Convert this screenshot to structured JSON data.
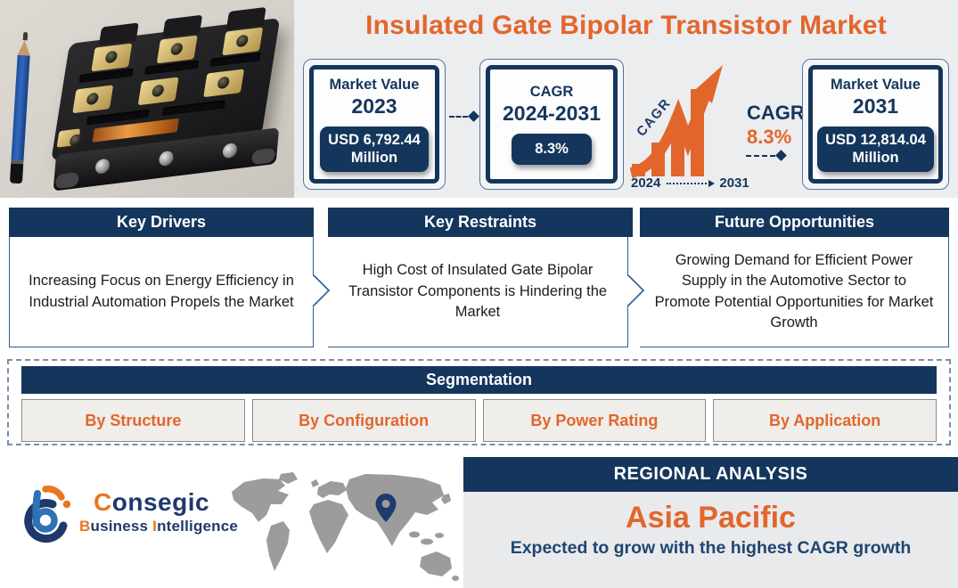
{
  "title": "Insulated Gate Bipolar Transistor Market",
  "stats": {
    "mv2023": {
      "label": "Market Value",
      "year": "2023",
      "value_line1": "USD 6,792.44",
      "value_line2": "Million"
    },
    "cagr_box": {
      "label": "CAGR",
      "period": "2024-2031",
      "value": "8.3%"
    },
    "chart": {
      "arrow_label": "CAGR",
      "side_label": "CAGR",
      "side_value": "8.3%",
      "start_year": "2024",
      "end_year": "2031"
    },
    "mv2031": {
      "label": "Market Value",
      "year": "2031",
      "value_line1": "USD 12,814.04",
      "value_line2": "Million"
    }
  },
  "insights": [
    {
      "heading": "Key Drivers",
      "text": "Increasing Focus on Energy Efficiency in Industrial Automation Propels the Market"
    },
    {
      "heading": "Key Restraints",
      "text": "High Cost of Insulated Gate Bipolar Transistor Components is Hindering the Market"
    },
    {
      "heading": "Future Opportunities",
      "text": "Growing Demand for Efficient Power Supply in the Automotive Sector to Promote Potential Opportunities for Market Growth"
    }
  ],
  "segmentation": {
    "heading": "Segmentation",
    "items": [
      "By Structure",
      "By Configuration",
      "By Power Rating",
      "By Application"
    ]
  },
  "regional": {
    "heading": "REGIONAL ANALYSIS",
    "region": "Asia Pacific",
    "note": "Expected to grow with the highest CAGR growth"
  },
  "logo": {
    "name_first": "C",
    "name_rest": "onsegic",
    "word1_first": "B",
    "word1_rest": "usiness",
    "word2_first": "I",
    "word2_rest": "ntelligence"
  },
  "colors": {
    "navy": "#14365c",
    "orange": "#e2662c",
    "band_gray": "#ecedef",
    "regional_gray": "#e9eaec",
    "segment_gray": "#efeeeb",
    "map_gray": "#9c9c9c",
    "logo_blue": "#2d72b5",
    "logo_orange": "#e87722",
    "logo_navy": "#21386b"
  }
}
